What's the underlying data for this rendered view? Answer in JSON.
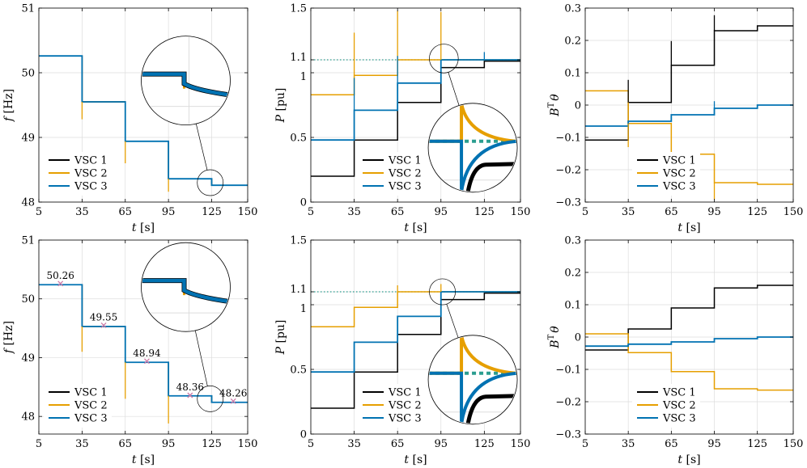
{
  "colors": {
    "vsc1": "#000000",
    "vsc2": "#e69f00",
    "vsc3": "#0072b2",
    "ref": "#2a9d8f",
    "marker": "#cc79a7",
    "grid": "#dddddd"
  },
  "chart_data": [
    {
      "panel": "top-left",
      "type": "line",
      "xlabel_var": "t",
      "xlabel_unit": "[s]",
      "ylabel_var": "f",
      "ylabel_unit": "[Hz]",
      "xlim": [
        5,
        150
      ],
      "ylim": [
        48,
        51
      ],
      "xticks": [
        5,
        35,
        65,
        95,
        125,
        150
      ],
      "yticks": [
        48,
        49,
        50,
        51
      ],
      "yticklabels": [
        "48",
        "49",
        "50",
        "51"
      ],
      "grid": true,
      "legend_position": "bottom-left",
      "series": [
        {
          "name": "VSC 1",
          "color_key": "vsc1",
          "x": [
            5,
            35,
            35,
            65,
            65,
            95,
            95,
            125,
            125,
            150
          ],
          "y": [
            50.26,
            50.26,
            49.55,
            49.55,
            48.94,
            48.94,
            48.36,
            48.36,
            48.26,
            48.26
          ]
        },
        {
          "name": "VSC 2",
          "color_key": "vsc2",
          "x": [
            5,
            35,
            35,
            65,
            65,
            95,
            95,
            125,
            125,
            150
          ],
          "y": [
            50.26,
            50.26,
            49.55,
            49.55,
            48.94,
            48.94,
            48.36,
            48.36,
            48.26,
            48.26
          ]
        },
        {
          "name": "VSC 3",
          "color_key": "vsc3",
          "x": [
            5,
            35,
            35,
            65,
            65,
            95,
            95,
            125,
            125,
            150
          ],
          "y": [
            50.26,
            50.26,
            49.55,
            49.55,
            48.94,
            48.94,
            48.36,
            48.36,
            48.26,
            48.26
          ]
        }
      ],
      "spikes": [
        {
          "x": 35,
          "y_min": 49.28,
          "y_max": 49.55,
          "color_key": "vsc2"
        },
        {
          "x": 65,
          "y_min": 48.6,
          "y_max": 48.94,
          "color_key": "vsc2"
        },
        {
          "x": 95,
          "y_min": 48.16,
          "y_max": 48.36,
          "color_key": "vsc2"
        }
      ],
      "zoom": {
        "target_x": 124,
        "target_y": 48.3,
        "target_r_x": 9,
        "target_r_y": 0.14,
        "center_x": 107,
        "center_y": 49.88,
        "r_px": 55
      }
    },
    {
      "panel": "top-center",
      "type": "line",
      "xlabel_var": "t",
      "xlabel_unit": "[s]",
      "ylabel_var": "P",
      "ylabel_unit": "[pu]",
      "xlim": [
        5,
        150
      ],
      "ylim": [
        0,
        1.5
      ],
      "xticks": [
        5,
        35,
        65,
        95,
        125,
        150
      ],
      "yticks": [
        0,
        0.5,
        1,
        1.1,
        1.5
      ],
      "yticklabels": [
        "0",
        "0.5",
        "1",
        "1.1",
        "1.5"
      ],
      "grid": true,
      "legend_position": "bottom-right",
      "reference_line": {
        "y": 1.1,
        "color_key": "ref"
      },
      "series": [
        {
          "name": "VSC 1",
          "color_key": "vsc1",
          "x": [
            5,
            35,
            35,
            65,
            65,
            95,
            95,
            125,
            125,
            150
          ],
          "y": [
            0.2,
            0.2,
            0.48,
            0.48,
            0.77,
            0.77,
            1.04,
            1.04,
            1.09,
            1.09
          ]
        },
        {
          "name": "VSC 2",
          "color_key": "vsc2",
          "x": [
            5,
            35,
            35,
            65,
            65,
            95,
            95,
            125,
            125,
            150
          ],
          "y": [
            0.83,
            0.83,
            0.98,
            0.98,
            1.1,
            1.1,
            1.1,
            1.1,
            1.1,
            1.1
          ]
        },
        {
          "name": "VSC 3",
          "color_key": "vsc3",
          "x": [
            5,
            35,
            35,
            65,
            65,
            95,
            95,
            125,
            125,
            150
          ],
          "y": [
            0.48,
            0.48,
            0.71,
            0.71,
            0.92,
            0.92,
            1.1,
            1.1,
            1.1,
            1.1
          ]
        }
      ],
      "spikes": [
        {
          "x": 35,
          "y_min": 0.98,
          "y_max": 1.31,
          "color_key": "vsc2"
        },
        {
          "x": 65,
          "y_min": 1.1,
          "y_max": 1.48,
          "color_key": "vsc2"
        },
        {
          "x": 95,
          "y_min": 1.1,
          "y_max": 1.47,
          "color_key": "vsc2"
        },
        {
          "x": 35,
          "y_min": 0.71,
          "y_max": 0.96,
          "color_key": "vsc3"
        },
        {
          "x": 65,
          "y_min": 0.92,
          "y_max": 1.13,
          "color_key": "vsc3"
        },
        {
          "x": 125,
          "y_min": 1.1,
          "y_max": 1.16,
          "color_key": "vsc3"
        }
      ],
      "zoom": {
        "target_x": 97,
        "target_y": 1.11,
        "target_r_x": 10,
        "target_r_y": 0.12,
        "center_x": 117,
        "center_y": 0.42,
        "r_px": 55
      }
    },
    {
      "panel": "top-right",
      "type": "line",
      "xlabel_var": "t",
      "xlabel_unit": "[s]",
      "ylabel_var": "B",
      "ylabel_sup": "T",
      "ylabel_rest": "θ",
      "xlim": [
        5,
        150
      ],
      "ylim": [
        -0.3,
        0.3
      ],
      "xticks": [
        5,
        35,
        65,
        95,
        125,
        150
      ],
      "yticks": [
        -0.3,
        -0.2,
        -0.1,
        0,
        0.1,
        0.2,
        0.3
      ],
      "yticklabels": [
        "−0.3",
        "−0.2",
        "−0.1",
        "0",
        "0.1",
        "0.2",
        "0.3"
      ],
      "grid": true,
      "legend_position": "bottom-right",
      "series": [
        {
          "name": "VSC 1",
          "color_key": "vsc1",
          "x": [
            5,
            35,
            35,
            65,
            65,
            95,
            95,
            125,
            125,
            150
          ],
          "y": [
            -0.108,
            -0.108,
            0.008,
            0.008,
            0.123,
            0.123,
            0.23,
            0.23,
            0.245,
            0.245
          ]
        },
        {
          "name": "VSC 2",
          "color_key": "vsc2",
          "x": [
            5,
            35,
            35,
            65,
            65,
            95,
            95,
            125,
            125,
            150
          ],
          "y": [
            0.044,
            0.044,
            -0.057,
            -0.057,
            -0.152,
            -0.152,
            -0.24,
            -0.24,
            -0.245,
            -0.245
          ]
        },
        {
          "name": "VSC 3",
          "color_key": "vsc3",
          "x": [
            5,
            35,
            35,
            65,
            65,
            95,
            95,
            125,
            125,
            150
          ],
          "y": [
            -0.065,
            -0.065,
            -0.05,
            -0.05,
            -0.03,
            -0.03,
            -0.01,
            -0.01,
            0.0,
            0.0
          ]
        }
      ],
      "spikes": [
        {
          "x": 35,
          "y_min": 0.008,
          "y_max": 0.078,
          "color_key": "vsc1"
        },
        {
          "x": 65,
          "y_min": 0.123,
          "y_max": 0.198,
          "color_key": "vsc1"
        },
        {
          "x": 95,
          "y_min": 0.23,
          "y_max": 0.278,
          "color_key": "vsc1"
        },
        {
          "x": 35,
          "y_min": -0.13,
          "y_max": -0.057,
          "color_key": "vsc2"
        },
        {
          "x": 65,
          "y_min": -0.232,
          "y_max": -0.152,
          "color_key": "vsc2"
        },
        {
          "x": 95,
          "y_min": -0.292,
          "y_max": -0.24,
          "color_key": "vsc2"
        },
        {
          "x": 95,
          "y_min": -0.01,
          "y_max": 0.012,
          "color_key": "vsc3"
        }
      ]
    },
    {
      "panel": "bottom-left",
      "type": "line",
      "xlabel_var": "t",
      "xlabel_unit": "[s]",
      "ylabel_var": "f",
      "ylabel_unit": "[Hz]",
      "xlim": [
        5,
        150
      ],
      "ylim": [
        47.7,
        51
      ],
      "xticks": [
        5,
        35,
        65,
        95,
        125,
        150
      ],
      "yticks": [
        48,
        49,
        50,
        51
      ],
      "yticklabels": [
        "48",
        "49",
        "50",
        "51"
      ],
      "grid": true,
      "legend_position": "bottom-left",
      "series": [
        {
          "name": "VSC 1",
          "color_key": "vsc1",
          "x": [
            5,
            35,
            35,
            65,
            65,
            95,
            95,
            125,
            125,
            150
          ],
          "y": [
            50.24,
            50.24,
            49.53,
            49.53,
            48.92,
            48.92,
            48.35,
            48.35,
            48.24,
            48.24
          ]
        },
        {
          "name": "VSC 2",
          "color_key": "vsc2",
          "x": [
            5,
            35,
            35,
            65,
            65,
            95,
            95,
            125,
            125,
            150
          ],
          "y": [
            50.24,
            50.24,
            49.53,
            49.53,
            48.92,
            48.92,
            48.35,
            48.35,
            48.24,
            48.24
          ]
        },
        {
          "name": "VSC 3",
          "color_key": "vsc3",
          "x": [
            5,
            35,
            35,
            65,
            65,
            95,
            95,
            125,
            125,
            150
          ],
          "y": [
            50.24,
            50.24,
            49.53,
            49.53,
            48.92,
            48.92,
            48.35,
            48.35,
            48.24,
            48.24
          ]
        }
      ],
      "spikes": [
        {
          "x": 35,
          "y_min": 49.1,
          "y_max": 49.53,
          "color_key": "vsc2"
        },
        {
          "x": 65,
          "y_min": 48.3,
          "y_max": 48.92,
          "color_key": "vsc2"
        },
        {
          "x": 95,
          "y_min": 47.88,
          "y_max": 48.35,
          "color_key": "vsc2"
        }
      ],
      "markers": [
        {
          "x": 20,
          "y": 50.26,
          "label": "50.26",
          "color_key": "marker"
        },
        {
          "x": 50,
          "y": 49.55,
          "label": "49.55",
          "color_key": "marker"
        },
        {
          "x": 80,
          "y": 48.94,
          "label": "48.94",
          "color_key": "marker"
        },
        {
          "x": 110,
          "y": 48.36,
          "label": "48.36",
          "color_key": "marker"
        },
        {
          "x": 140,
          "y": 48.26,
          "label": "48.26",
          "color_key": "marker"
        }
      ],
      "zoom": {
        "target_x": 124,
        "target_y": 48.3,
        "target_r_x": 9,
        "target_r_y": 0.15,
        "center_x": 107,
        "center_y": 50.2,
        "r_px": 55
      }
    },
    {
      "panel": "bottom-center",
      "type": "line",
      "xlabel_var": "t",
      "xlabel_unit": "[s]",
      "ylabel_var": "P",
      "ylabel_unit": "[pu]",
      "xlim": [
        5,
        150
      ],
      "ylim": [
        0,
        1.5
      ],
      "xticks": [
        5,
        35,
        65,
        95,
        125,
        150
      ],
      "yticks": [
        0,
        0.5,
        1,
        1.1,
        1.5
      ],
      "yticklabels": [
        "0",
        "0.5",
        "1",
        "1.1",
        "1.5"
      ],
      "grid": true,
      "legend_position": "bottom-right",
      "reference_line": {
        "y": 1.1,
        "color_key": "ref"
      },
      "series": [
        {
          "name": "VSC 1",
          "color_key": "vsc1",
          "x": [
            5,
            35,
            35,
            65,
            65,
            95,
            95,
            125,
            125,
            150
          ],
          "y": [
            0.2,
            0.2,
            0.48,
            0.48,
            0.77,
            0.77,
            1.04,
            1.04,
            1.09,
            1.09
          ]
        },
        {
          "name": "VSC 2",
          "color_key": "vsc2",
          "x": [
            5,
            35,
            35,
            65,
            65,
            95,
            95,
            125,
            125,
            150
          ],
          "y": [
            0.83,
            0.83,
            0.98,
            0.98,
            1.1,
            1.1,
            1.1,
            1.1,
            1.1,
            1.1
          ]
        },
        {
          "name": "VSC 3",
          "color_key": "vsc3",
          "x": [
            5,
            35,
            35,
            65,
            65,
            95,
            95,
            125,
            125,
            150
          ],
          "y": [
            0.48,
            0.48,
            0.71,
            0.71,
            0.91,
            0.91,
            1.1,
            1.1,
            1.1,
            1.1
          ]
        }
      ],
      "spikes": [
        {
          "x": 65,
          "y_min": 1.1,
          "y_max": 1.15,
          "color_key": "vsc2"
        },
        {
          "x": 95,
          "y_min": 1.1,
          "y_max": 1.16,
          "color_key": "vsc2"
        }
      ],
      "zoom": {
        "target_x": 96,
        "target_y": 1.1,
        "target_r_x": 9,
        "target_r_y": 0.12,
        "center_x": 117,
        "center_y": 0.42,
        "r_px": 55
      }
    },
    {
      "panel": "bottom-right",
      "type": "line",
      "xlabel_var": "t",
      "xlabel_unit": "[s]",
      "ylabel_var": "B",
      "ylabel_sup": "T",
      "ylabel_rest": "θ",
      "xlim": [
        5,
        150
      ],
      "ylim": [
        -0.3,
        0.3
      ],
      "xticks": [
        5,
        35,
        65,
        95,
        125,
        150
      ],
      "yticks": [
        -0.3,
        -0.2,
        -0.1,
        0,
        0.1,
        0.2,
        0.3
      ],
      "yticklabels": [
        "−0.3",
        "−0.2",
        "−0.1",
        "0",
        "0.1",
        "0.2",
        "0.3"
      ],
      "grid": true,
      "legend_position": "bottom-right",
      "series": [
        {
          "name": "VSC 1",
          "color_key": "vsc1",
          "x": [
            5,
            35,
            35,
            65,
            65,
            95,
            95,
            125,
            125,
            150
          ],
          "y": [
            -0.04,
            -0.04,
            0.025,
            0.025,
            0.09,
            0.09,
            0.152,
            0.152,
            0.16,
            0.16
          ]
        },
        {
          "name": "VSC 2",
          "color_key": "vsc2",
          "x": [
            5,
            35,
            35,
            65,
            65,
            95,
            95,
            125,
            125,
            150
          ],
          "y": [
            0.01,
            0.01,
            -0.048,
            -0.048,
            -0.107,
            -0.107,
            -0.16,
            -0.16,
            -0.164,
            -0.164
          ]
        },
        {
          "name": "VSC 3",
          "color_key": "vsc3",
          "x": [
            5,
            35,
            35,
            65,
            65,
            95,
            95,
            125,
            125,
            150
          ],
          "y": [
            -0.028,
            -0.028,
            -0.022,
            -0.022,
            -0.015,
            -0.015,
            -0.005,
            -0.005,
            0.0,
            0.0
          ]
        }
      ],
      "spikes": []
    }
  ]
}
